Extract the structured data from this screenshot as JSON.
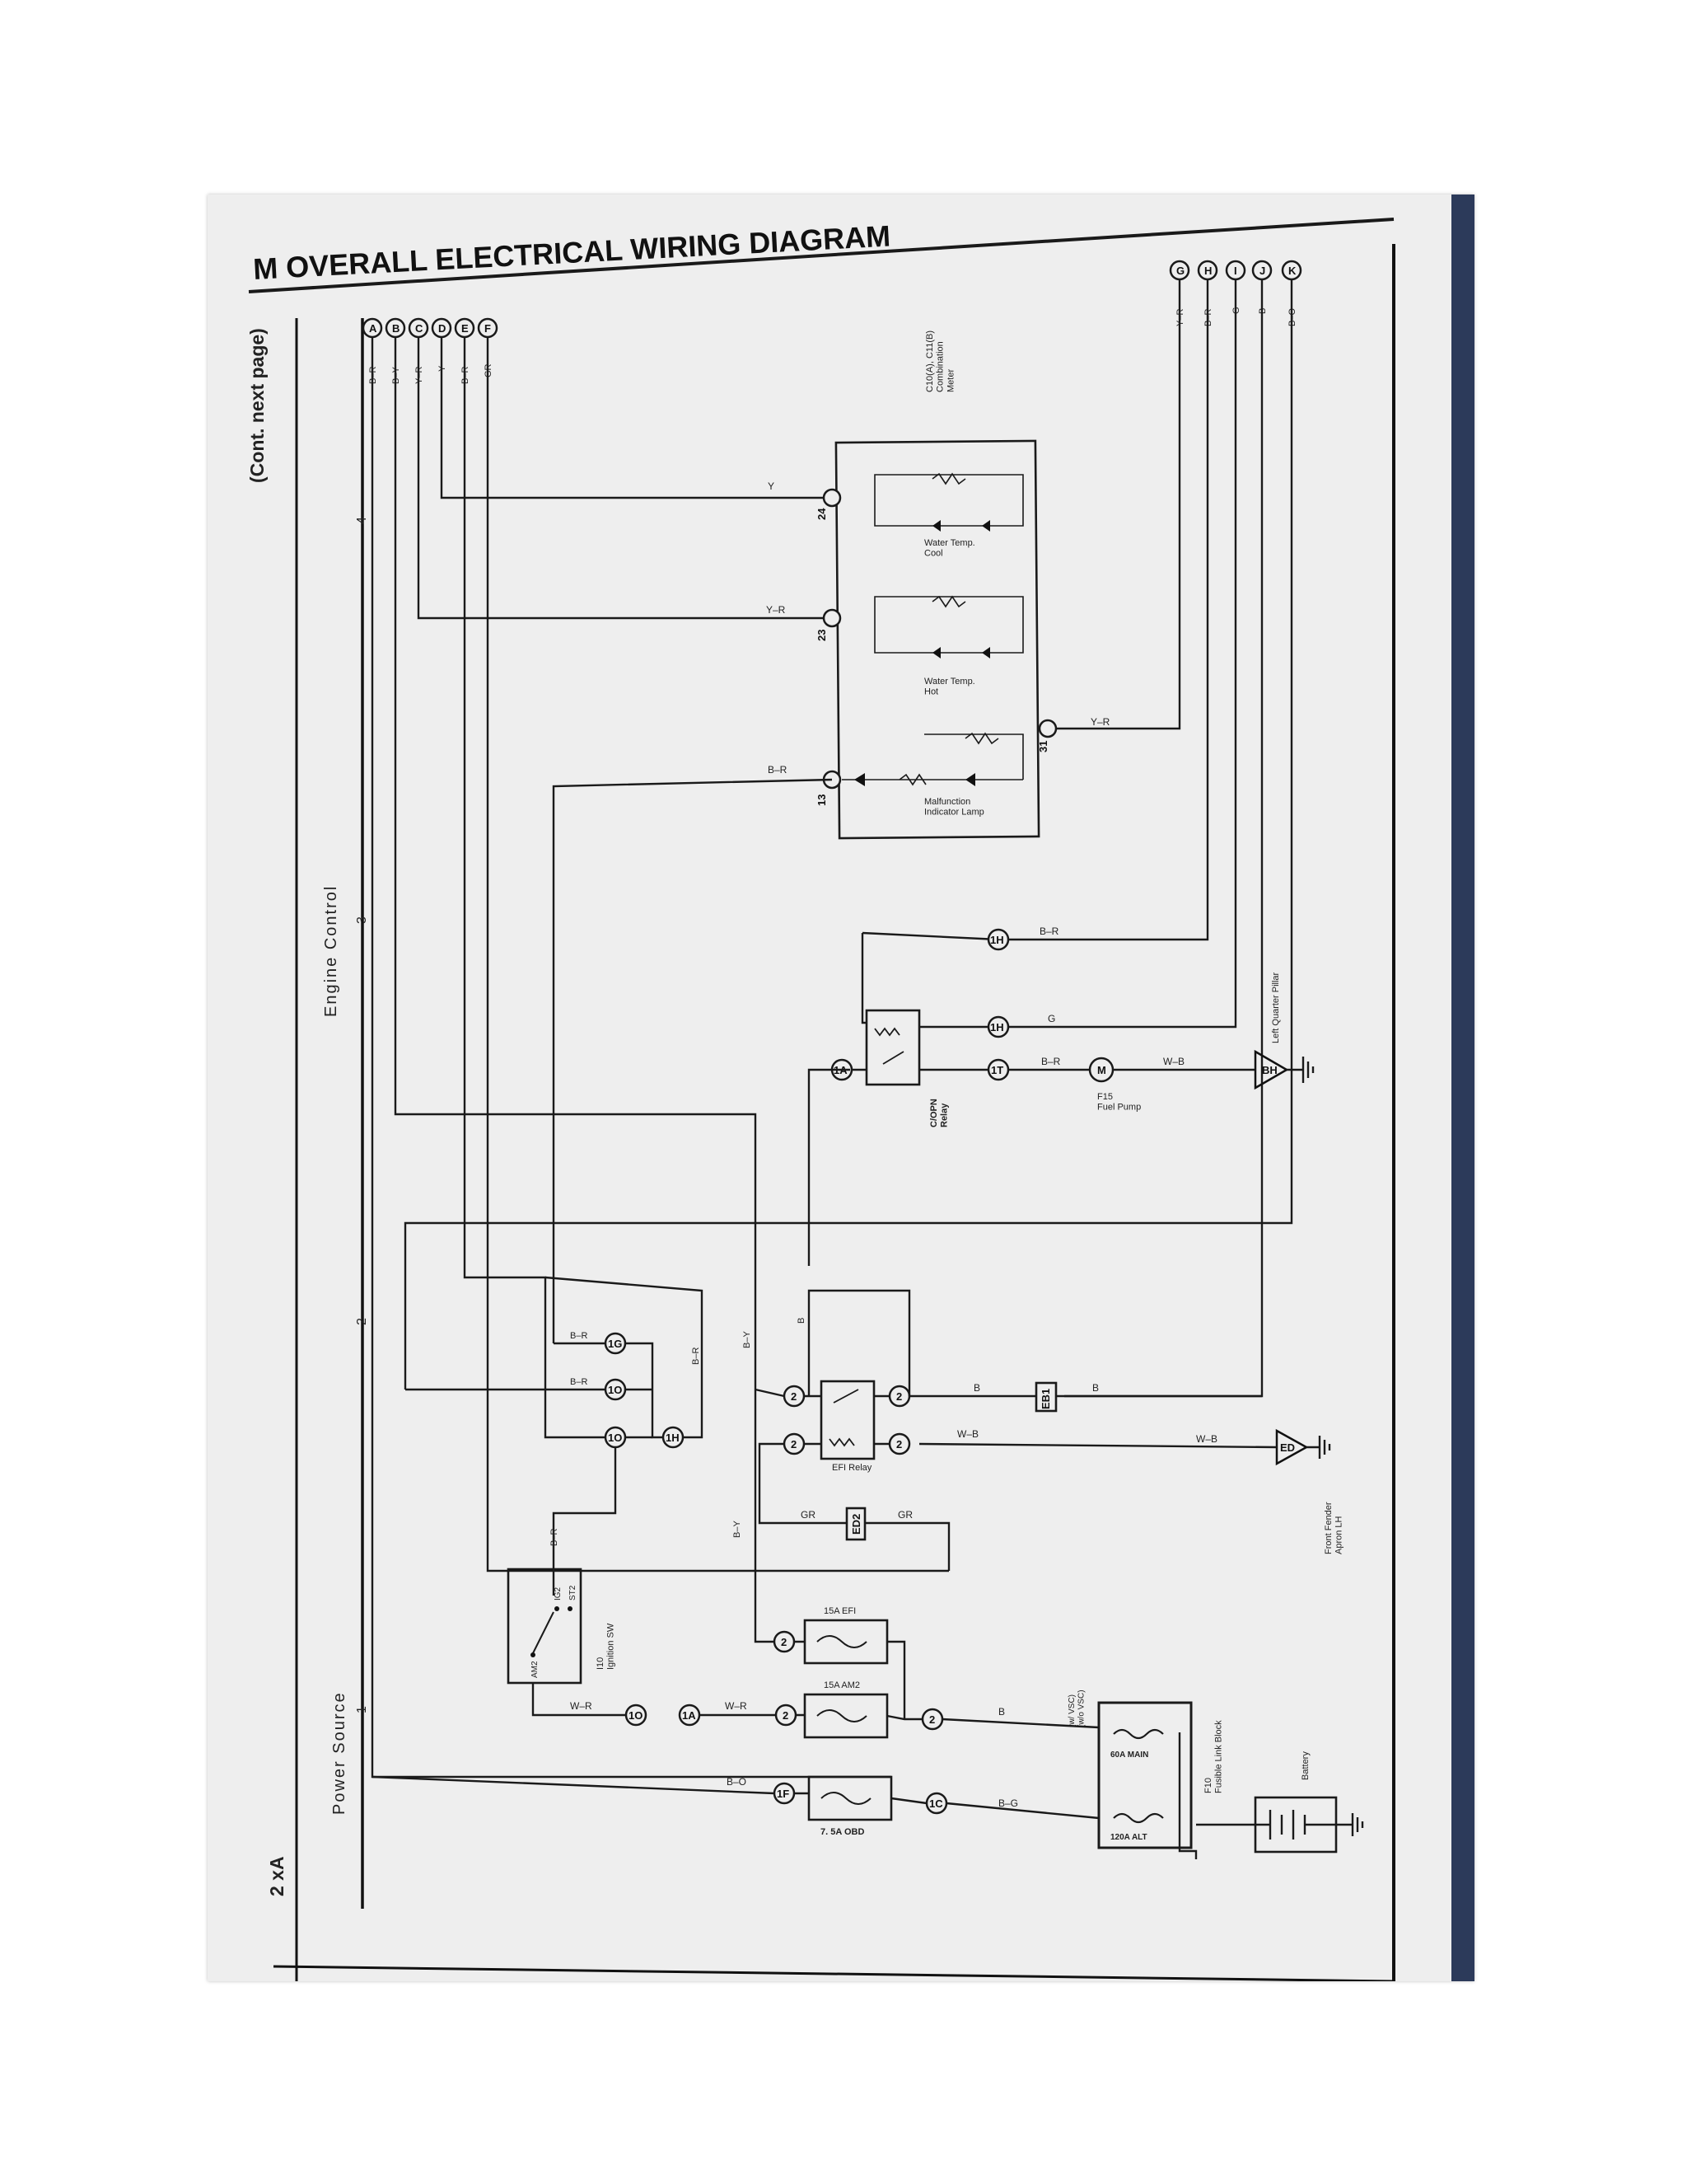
{
  "header": {
    "title": "M  OVERALL ELECTRICAL WIRING DIAGRAM",
    "cont_note": "(Cont.  next page)",
    "page_code": "2  xA"
  },
  "sections": {
    "power_source": "Power Source",
    "engine_control": "Engine Control"
  },
  "column_markers": [
    "1",
    "2",
    "3",
    "4"
  ],
  "right_connectors": [
    "G",
    "H",
    "I",
    "J",
    "K"
  ],
  "left_connectors": [
    "A",
    "B",
    "C",
    "D",
    "E",
    "F"
  ],
  "left_wires": [
    "B–R",
    "B–Y",
    "Y–R",
    "Y",
    "B–R",
    "GR"
  ],
  "right_wires": [
    "Y–R",
    "B–R",
    "G",
    "B",
    "B–O"
  ],
  "components": {
    "combination_meter": "C10(A), C11(B)\nCombination\nMeter",
    "water_temp_cool": "Water Temp.\nCool",
    "water_temp_hot": "Water Temp.\nHot",
    "malfunction_lamp": "Malfunction\nIndicator Lamp",
    "copn_relay": "C/OPN\nRelay",
    "fuel_pump": "F15\nFuel Pump",
    "left_quarter_pillar": "Left Quarter Pillar",
    "efi_relay": "EFI Relay",
    "front_fender": "Front Fender\nApron LH",
    "ignition_sw": "I10\nIgnition SW",
    "fuse_efi": "15A EFI",
    "fuse_am2": "15A AM2",
    "fuse_obd": "7. 5A OBD",
    "fusible_link_block": "F10\nFusible Link Block",
    "fl_main": "60A MAIN",
    "fl_alt": "120A ALT",
    "battery": "Battery",
    "vsc_note": "(w/ VSC)\n(w/o VSC)"
  },
  "wire_labels": {
    "y": "Y",
    "y_r": "Y–R",
    "b_r": "B–R",
    "g": "G",
    "w_b": "W–B",
    "b": "B",
    "b_y": "B–Y",
    "gr": "GR",
    "w_r": "W–R",
    "b_o": "B–O",
    "b_g": "B–G"
  },
  "connectors": {
    "pin24": "24",
    "pin23": "23",
    "pin13": "13",
    "pin31": "31",
    "c1H_a": "1H",
    "c1H_b": "1H",
    "c1T": "1T",
    "c1A_11": "1A",
    "bh": "BH",
    "ed": "ED",
    "eb1": "EB1",
    "ed2": "ED2",
    "c1G": "1G",
    "c1O_a": "1O",
    "c1O_b": "1O",
    "c1H_c": "1H",
    "c1O_c": "1O",
    "c1A_b": "1A",
    "c1F": "1F",
    "c1C": "1C"
  }
}
